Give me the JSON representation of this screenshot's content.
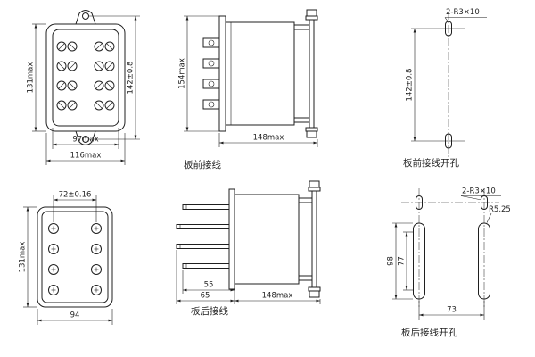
{
  "drawing": {
    "front_view": {
      "dim_height": "131max",
      "dim_hole_spacing": "142±0.8",
      "dim_width_inner": "97max",
      "dim_width_outer": "116max"
    },
    "front_wiring_side_view": {
      "dim_height": "154max",
      "dim_depth": "148max",
      "caption": "板前接线"
    },
    "front_wiring_cutout": {
      "slot_note": "2-R3×10",
      "dim_hole_spacing": "142±0.8",
      "caption": "板前接线开孔"
    },
    "rear_view": {
      "dim_col_spacing": "72±0.16",
      "dim_height": "131max",
      "dim_width": "94"
    },
    "rear_wiring_side_view": {
      "dim_pin_short": "55",
      "dim_pin_long": "65",
      "dim_depth": "148max",
      "caption": "板后接线"
    },
    "rear_wiring_cutout": {
      "slot_note": "2-R3×10",
      "radius_note": "R5.25",
      "dim_slot_length": "98",
      "dim_slot_straight": "77",
      "dim_col_spacing": "73",
      "caption": "板后接线开孔"
    }
  }
}
